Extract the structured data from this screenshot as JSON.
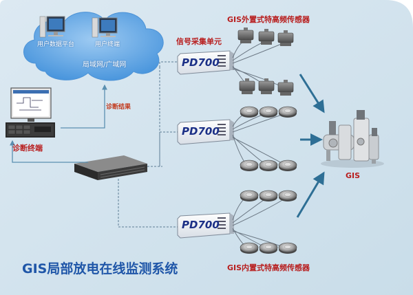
{
  "title": "GIS局部放电在线监测系统",
  "cloud": {
    "user_platform": "用户数据平台",
    "user_terminal": "用户终端",
    "network": "局域网/广域网"
  },
  "diagnosis": {
    "terminal_label": "诊断终端",
    "result_label": "诊断结果"
  },
  "units": {
    "collector_title": "信号采集单元",
    "model": "PD700"
  },
  "sensors": {
    "external_label": "GIS外置式特高频传感器",
    "internal_label": "GIS内置式特高频传感器"
  },
  "gis": {
    "label": "GIS"
  },
  "colors": {
    "background": "#ffffff",
    "panel": "#d4e5ef",
    "cloud": "#5fa6e4",
    "label_red": "#b81e1e",
    "arrow": "#2e6f95",
    "unit_blue": "#1b2f86"
  }
}
